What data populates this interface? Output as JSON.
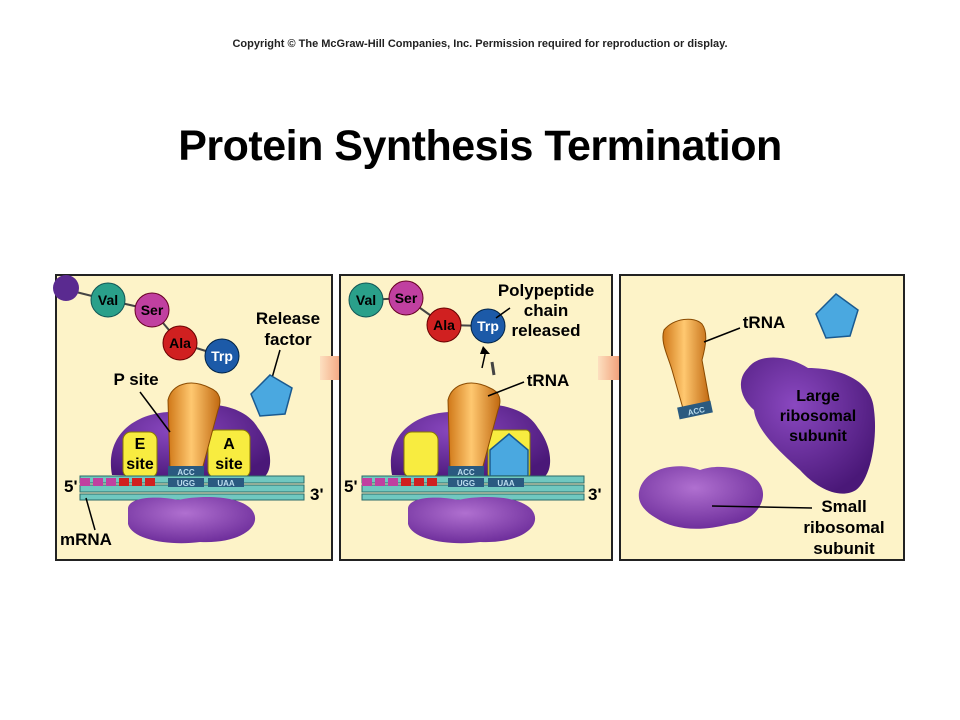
{
  "header": {
    "copyright": "Copyright © The McGraw-Hill Companies, Inc. Permission required for reproduction or display.",
    "title": "Protein Synthesis Termination"
  },
  "panel1": {
    "amino_acids": [
      "Val",
      "Ser",
      "Ala",
      "Trp"
    ],
    "release_factor_label": [
      "Release",
      "factor"
    ],
    "p_site_label": "P site",
    "e_site_label": [
      "E",
      "site"
    ],
    "a_site_label": [
      "A",
      "site"
    ],
    "five_prime": "5'",
    "three_prime": "3'",
    "mrna_label": "mRNA",
    "anticodon": "ACC",
    "codon": "UGG",
    "stop_codon": "UAA"
  },
  "panel2": {
    "amino_acids": [
      "Val",
      "Ser",
      "Ala",
      "Trp"
    ],
    "polypeptide_label": [
      "Polypeptide",
      "chain",
      "released"
    ],
    "trna_label": "tRNA",
    "five_prime": "5'",
    "three_prime": "3'",
    "anticodon": "ACC",
    "codon": "UGG",
    "stop_codon": "UAA"
  },
  "panel3": {
    "trna_label": "tRNA",
    "trna_anticodon": "ACC",
    "large_subunit_label": [
      "Large",
      "ribosomal",
      "subunit"
    ],
    "small_subunit_label": [
      "Small",
      "ribosomal",
      "subunit"
    ]
  },
  "colors": {
    "panel_bg": "#fdf3c8",
    "val": "#2aa08a",
    "ser": "#c040a0",
    "ala": "#d02020",
    "trp": "#1c5aa8",
    "ribosome": "#6a2aa0",
    "trna": "#f0a040",
    "release_factor": "#4aa8e0",
    "mrna": "#70c8c0",
    "arrow": "#e05020"
  }
}
